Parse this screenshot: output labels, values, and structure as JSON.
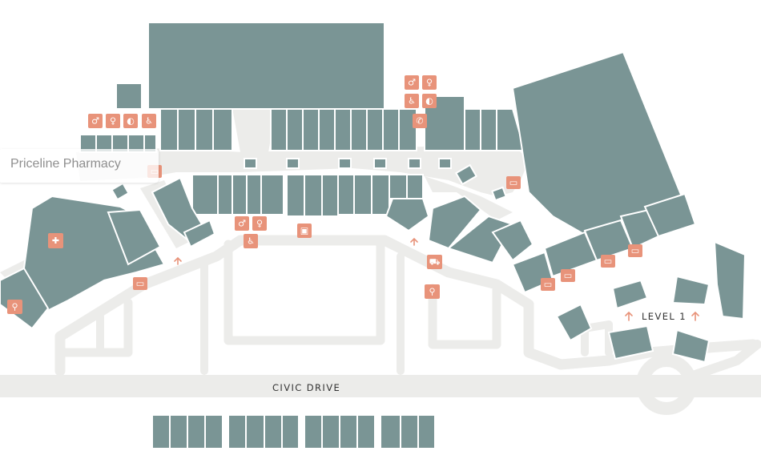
{
  "map": {
    "colors": {
      "shop": "#7a9595",
      "walkway": "#ececea",
      "icon_bg": "#e8937a",
      "icon_fg": "#ffffff",
      "label": "#333333"
    },
    "street_label": "CIVIC DRIVE",
    "level_label": "LEVEL 1"
  },
  "tooltip": {
    "store_name": "Priceline Pharmacy"
  },
  "icons": {
    "restroom_male": "male-restroom-icon",
    "restroom_female": "female-restroom-icon",
    "parents_room": "parents-room-icon",
    "accessible": "wheelchair-icon",
    "phone": "phone-icon",
    "atm": "atm-icon",
    "medical": "medical-cross-icon",
    "bus": "bus-icon",
    "taxi": "taxi-icon",
    "motorcycle": "motorcycle-parking-icon",
    "entrance": "entrance-arrow-icon"
  }
}
